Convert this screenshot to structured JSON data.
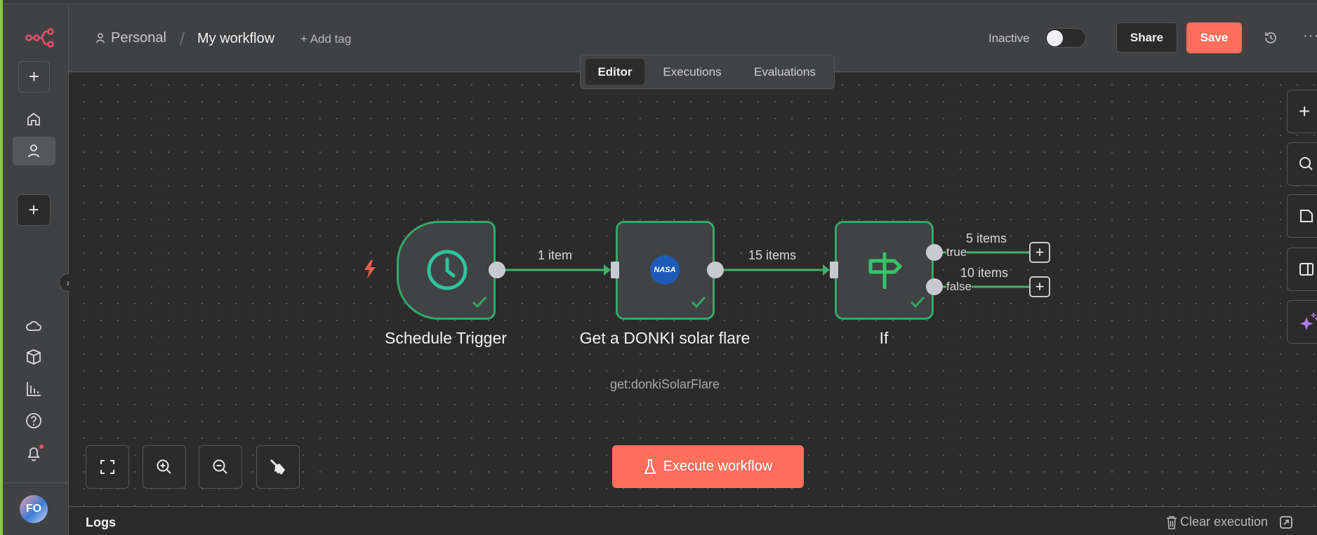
{
  "header": {
    "project": "Personal",
    "separator": "/",
    "workflow_name": "My workflow",
    "add_tag": "+ Add tag",
    "status": "Inactive",
    "share": "Share",
    "save": "Save"
  },
  "tabs": [
    {
      "label": "Editor",
      "active": true
    },
    {
      "label": "Executions"
    },
    {
      "label": "Evaluations"
    }
  ],
  "nodes": [
    {
      "name": "Schedule Trigger"
    },
    {
      "name": "Get a DONKI solar flare",
      "subtitle": "get:donkiSolarFlare",
      "logo": "NASA"
    },
    {
      "name": "If",
      "outputs": [
        {
          "label": "true",
          "count": "5 items"
        },
        {
          "label": "false",
          "count": "10 items"
        }
      ]
    }
  ],
  "edges": [
    {
      "label": "1 item"
    },
    {
      "label": "15 items"
    }
  ],
  "execute": "Execute workflow",
  "logs": {
    "title": "Logs",
    "clear": "Clear execution"
  },
  "user": {
    "initials": "FO"
  },
  "colors": {
    "accent": "#ff6f5c",
    "success": "#36a868",
    "canvas": "#2b2b2b"
  }
}
